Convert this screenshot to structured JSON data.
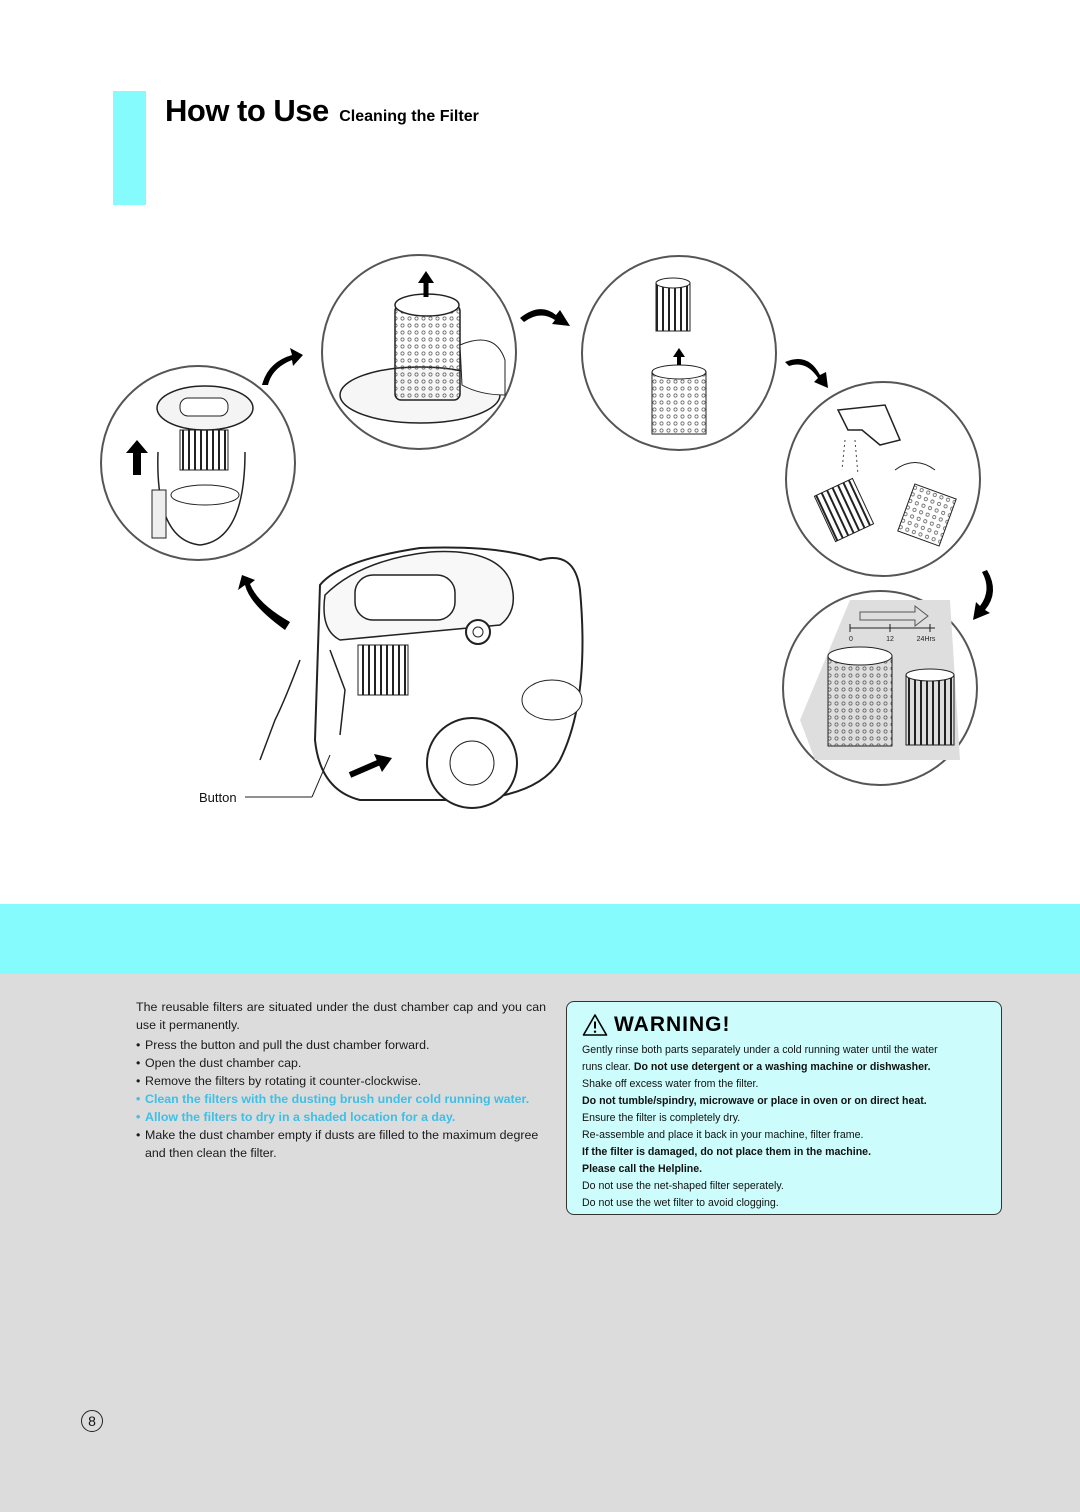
{
  "header": {
    "title": "How to Use",
    "subtitle": "Cleaning the Filter"
  },
  "illustration": {
    "button_label": "Button",
    "drying_axis": [
      "0",
      "12",
      "24Hrs"
    ]
  },
  "instructions": {
    "intro": "The reusable filters are situated under the dust chamber cap and you can use it permanently.",
    "steps": [
      "Press the button and pull the dust chamber forward.",
      "Open the dust chamber cap.",
      "Remove the filters by  rotating it counter-clockwise.",
      "Clean the filters with the dusting brush under cold running water.",
      "Allow the filters  to dry in a shaded location for a day.",
      "Make the dust chamber empty if dusts are filled to the maximum degree and then clean the filter."
    ]
  },
  "warning": {
    "title": "WARNING!",
    "line1": "Gently rinse both parts separately under a cold running water until the water",
    "line2_plain": "runs clear. ",
    "line2_bold": "Do not use detergent or a washing machine or dishwasher.",
    "line3": "Shake off excess water from the filter.",
    "line4": "Do not tumble/spindry, microwave or place in oven or on direct heat.",
    "line5": "Ensure the filter is completely dry.",
    "line6": "Re-assemble and place it back in your machine, filter frame.",
    "line7": "If the filter is damaged, do not place them in the machine.",
    "line8": "Please call the Helpline.",
    "line9": "Do not use the net-shaped filter seperately.",
    "line10": "Do not use the wet filter to avoid clogging."
  },
  "footer": {
    "page_number": "8"
  },
  "colors": {
    "accent_cyan": "#86fbfe",
    "warning_bg": "#ccfcfc",
    "highlight_text": "#3dbfe6",
    "grey_panel": "#dcdcdc"
  }
}
